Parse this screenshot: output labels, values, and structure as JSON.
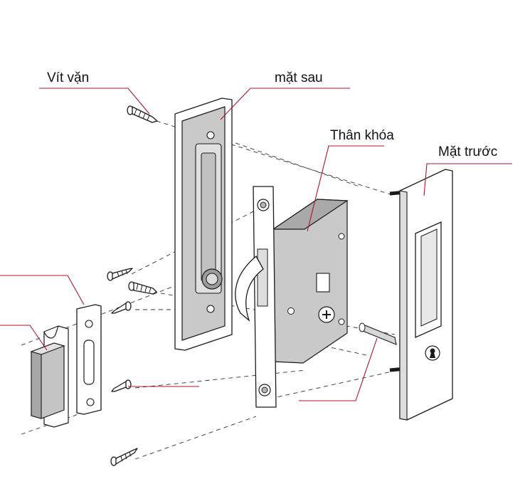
{
  "labels": {
    "screw": "Vít vặn",
    "back_plate": "mặt sau",
    "lock_body": "Thân khóa",
    "front_plate": "Mặt trước"
  },
  "colors": {
    "leader": "#b3122b",
    "ink": "#1a1a1a",
    "gray_fill": "#c9c9c9"
  }
}
